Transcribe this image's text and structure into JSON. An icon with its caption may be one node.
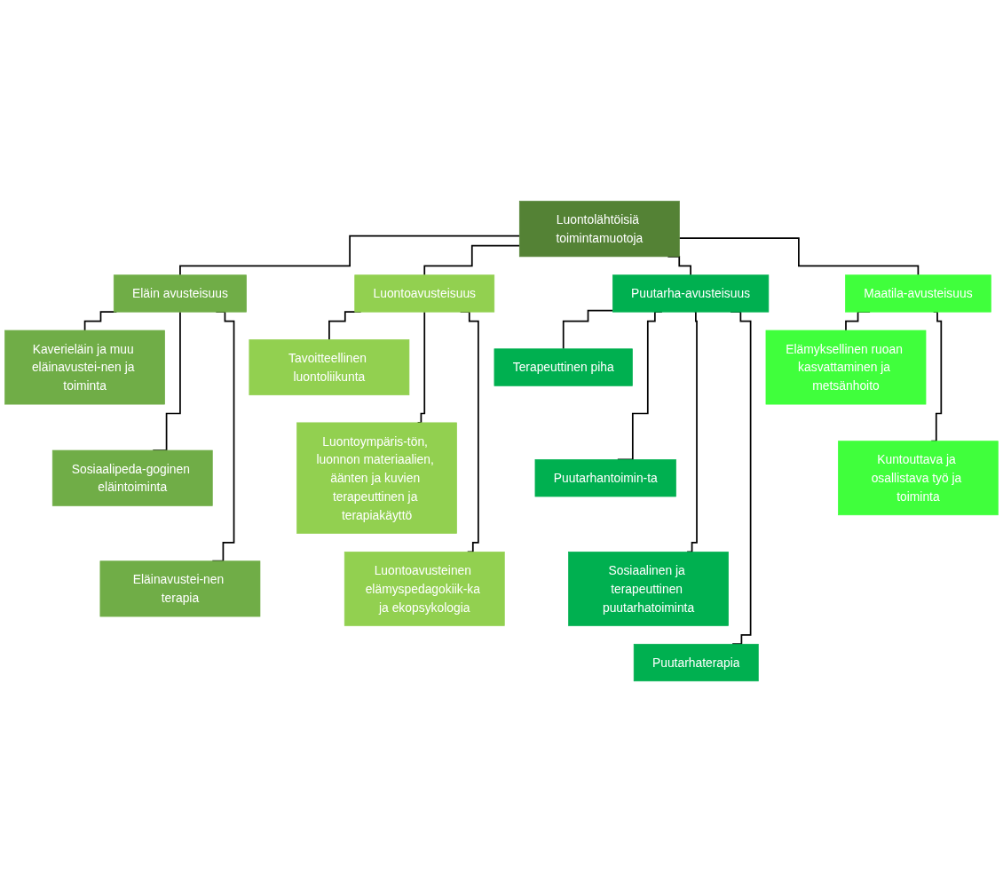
{
  "diagram": {
    "nodes": [
      {
        "text": [
          "Luontolähtöisiä toimintamuotoja"
        ]
      },
      {
        "text": [
          "Eläin avusteisuus"
        ]
      },
      {
        "text": [
          "Luontoavusteisuus"
        ]
      },
      {
        "text": [
          "Puutarha-avusteisuus"
        ]
      },
      {
        "text": [
          "Maatila-avusteisuus"
        ]
      },
      {
        "text": [
          "Kaverieläin ja muu eläinavustei-nen ja toiminta"
        ]
      },
      {
        "text": [
          "Sosiaalipeda-goginen eläintoiminta"
        ]
      },
      {
        "text": [
          "Eläinavustei-nen terapia"
        ]
      },
      {
        "text": [
          "Tavoitteellinen luontoliikunta"
        ]
      },
      {
        "text": [
          "Luontoympäris-tön, luonnon materiaalien, äänten ja kuvien terapeuttinen ja terapiakäyttö"
        ]
      },
      {
        "text": [
          "Luontoavusteinen elämyspedagokiik-ka ja ekopsykologia"
        ]
      },
      {
        "text": [
          "Terapeuttinen piha"
        ]
      },
      {
        "text": [
          "Puutarhantoimin-ta"
        ]
      },
      {
        "text": [
          "Sosiaalinen ja terapeuttinen puutarhatoiminta"
        ]
      },
      {
        "text": [
          "Puutarhaterapia"
        ]
      },
      {
        "text": [
          "Elämyksellinen ruoan kasvattaminen ja metsänhoito"
        ]
      },
      {
        "text": [
          "Kuntouttava ja osallistava työ ja toiminta"
        ]
      }
    ],
    "edges": [
      {
        "from": 0,
        "to": 1,
        "arrow": "none"
      },
      {
        "from": 0,
        "to": 2,
        "arrow": "none"
      },
      {
        "from": 0,
        "to": 3,
        "arrow": "none"
      },
      {
        "from": 0,
        "to": 4,
        "arrow": "none"
      },
      {
        "from": 1,
        "to": 5,
        "arrow": "none"
      },
      {
        "from": 1,
        "to": 6,
        "arrow": "none"
      },
      {
        "from": 1,
        "to": 7,
        "arrow": "none"
      },
      {
        "from": 2,
        "to": 8,
        "arrow": "none"
      },
      {
        "from": 2,
        "to": 9,
        "arrow": "none"
      },
      {
        "from": 2,
        "to": 10,
        "arrow": "none"
      },
      {
        "from": 3,
        "to": 11,
        "arrow": "none"
      },
      {
        "from": 3,
        "to": 12,
        "arrow": "none"
      },
      {
        "from": 3,
        "to": 13,
        "arrow": "none"
      },
      {
        "from": 3,
        "to": 14,
        "arrow": "none"
      },
      {
        "from": 4,
        "to": 15,
        "arrow": "none"
      },
      {
        "from": 4,
        "to": 16,
        "arrow": "none"
      }
    ]
  }
}
